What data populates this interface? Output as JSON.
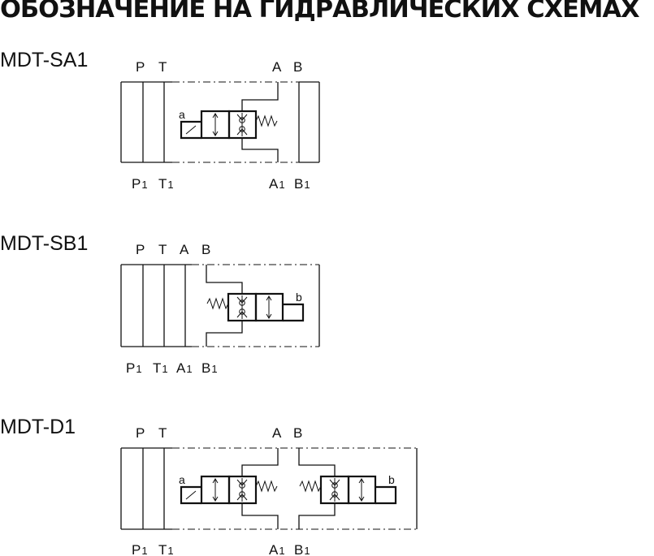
{
  "title": "ОБОЗНАЧЕНИЕ НА ГИДРАВЛИЧЕСКИХ СХЕМАХ",
  "colors": {
    "ink": "#111111",
    "background": "#ffffff"
  },
  "diagrams": [
    {
      "model": "MDT-SA1",
      "ports_top": [
        "P",
        "T",
        "A",
        "B"
      ],
      "ports_bottom": [
        {
          "letter": "P",
          "sub": "1"
        },
        {
          "letter": "T",
          "sub": "1"
        },
        {
          "letter": "A",
          "sub": "1"
        },
        {
          "letter": "B",
          "sub": "1"
        }
      ],
      "solenoid_labels": [
        "a"
      ]
    },
    {
      "model": "MDT-SB1",
      "ports_top": [
        "P",
        "T",
        "A",
        "B"
      ],
      "ports_bottom": [
        {
          "letter": "P",
          "sub": "1"
        },
        {
          "letter": "T",
          "sub": "1"
        },
        {
          "letter": "A",
          "sub": "1"
        },
        {
          "letter": "B",
          "sub": "1"
        }
      ],
      "solenoid_labels": [
        "b"
      ]
    },
    {
      "model": "MDT-D1",
      "ports_top": [
        "P",
        "T",
        "A",
        "B"
      ],
      "ports_bottom": [
        {
          "letter": "P",
          "sub": "1"
        },
        {
          "letter": "T",
          "sub": "1"
        },
        {
          "letter": "A",
          "sub": "1"
        },
        {
          "letter": "B",
          "sub": "1"
        }
      ],
      "solenoid_labels": [
        "a",
        "b"
      ]
    }
  ]
}
